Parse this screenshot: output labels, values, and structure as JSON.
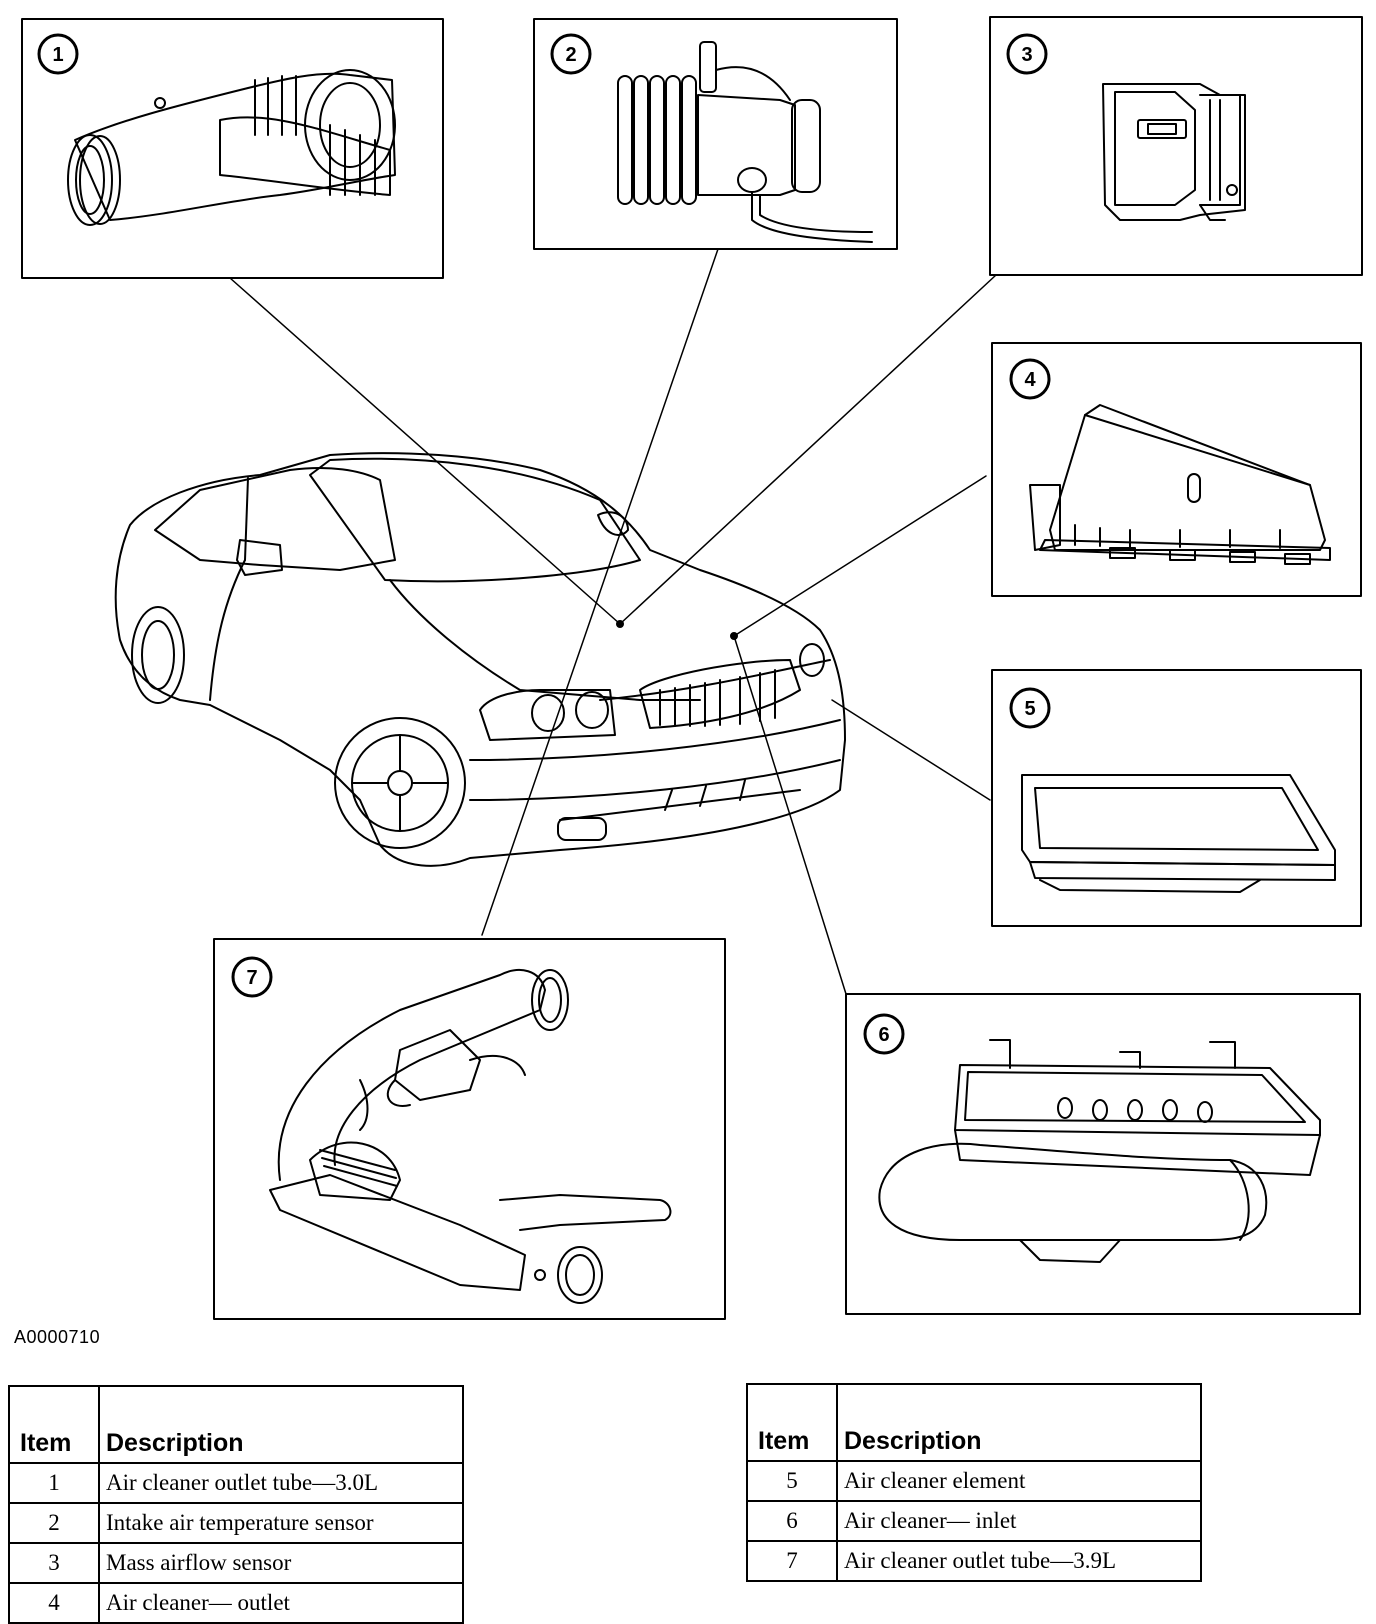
{
  "callouts": [
    "1",
    "2",
    "3",
    "4",
    "5",
    "6",
    "7"
  ],
  "figure_id": "A0000710",
  "legend_left": {
    "headers": [
      "Item",
      "Description"
    ],
    "rows": [
      {
        "item": "1",
        "description": "Air cleaner outlet tube—3.0L"
      },
      {
        "item": "2",
        "description": "Intake air temperature sensor"
      },
      {
        "item": "3",
        "description": "Mass airflow sensor"
      },
      {
        "item": "4",
        "description": "Air cleaner— outlet"
      }
    ]
  },
  "legend_right": {
    "headers": [
      "Item",
      "Description"
    ],
    "rows": [
      {
        "item": "5",
        "description": "Air cleaner element"
      },
      {
        "item": "6",
        "description": "Air cleaner— inlet"
      },
      {
        "item": "7",
        "description": "Air cleaner outlet tube—3.9L"
      }
    ]
  }
}
